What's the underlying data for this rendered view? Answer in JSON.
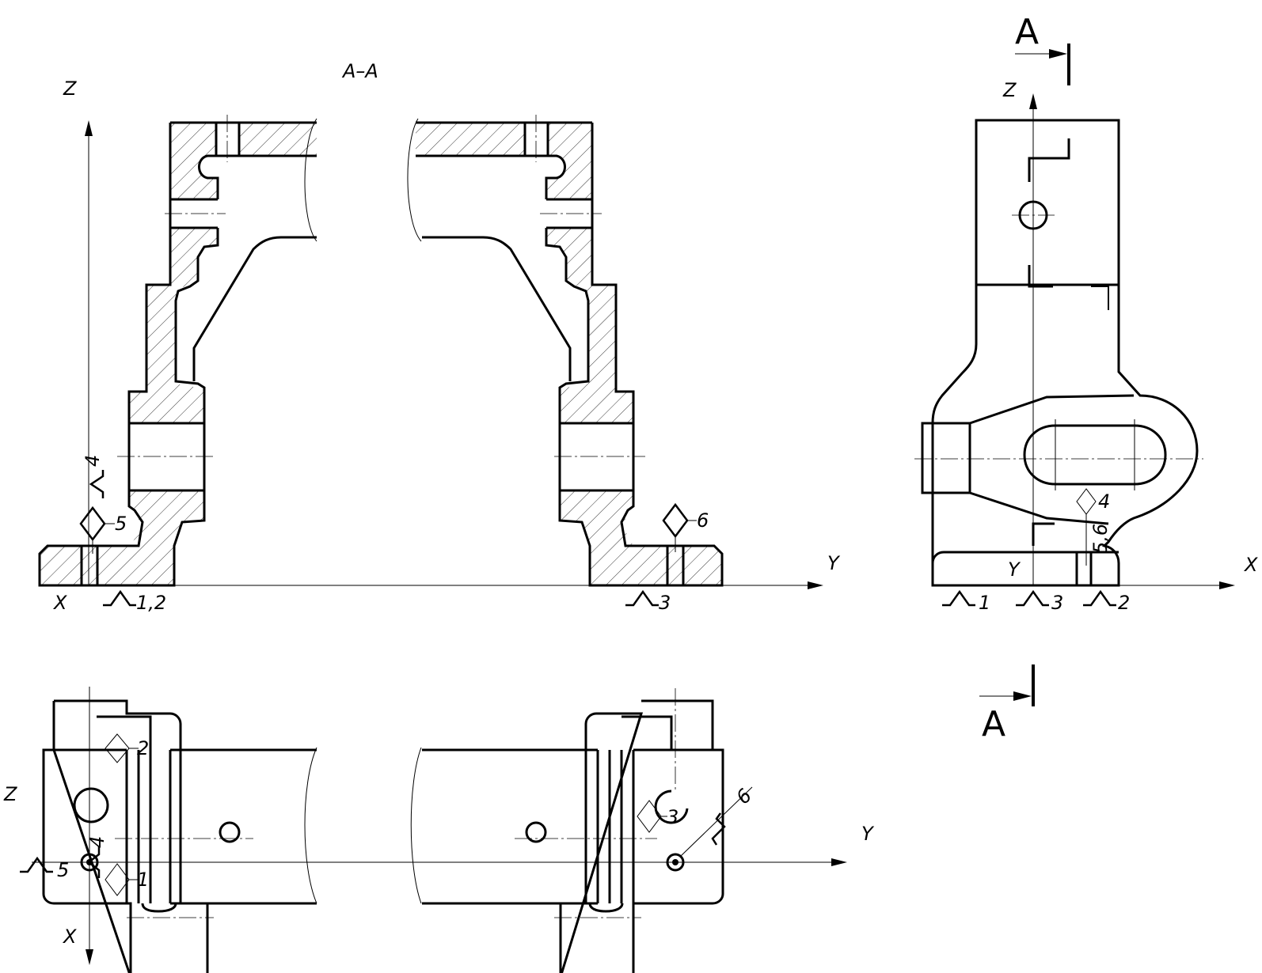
{
  "section_title": "А–А",
  "section_marks": {
    "top": "А",
    "bottom": "А"
  },
  "axes": {
    "front": {
      "z": "Z",
      "y": "Y",
      "x": "X"
    },
    "side": {
      "z": "Z",
      "y": "Y",
      "x": "X"
    },
    "plan": {
      "z": "Z",
      "y": "Y",
      "x": "X"
    }
  },
  "front_labels": {
    "support_left": "1,2",
    "support_right": "3",
    "clamp_left": "5",
    "clamp_right": "6",
    "guide_left": "4"
  },
  "side_labels": {
    "support_1": "1",
    "support_3": "3",
    "support_2": "2",
    "clamp_4": "4",
    "label_56": "5,6"
  },
  "plan_labels": {
    "clamp_2": "2",
    "clamp_1": "1",
    "clamp_3": "3",
    "guide_4": "4",
    "support_5": "5",
    "support_6": "6"
  },
  "colors": {
    "line": "#000000",
    "background": "#ffffff"
  }
}
